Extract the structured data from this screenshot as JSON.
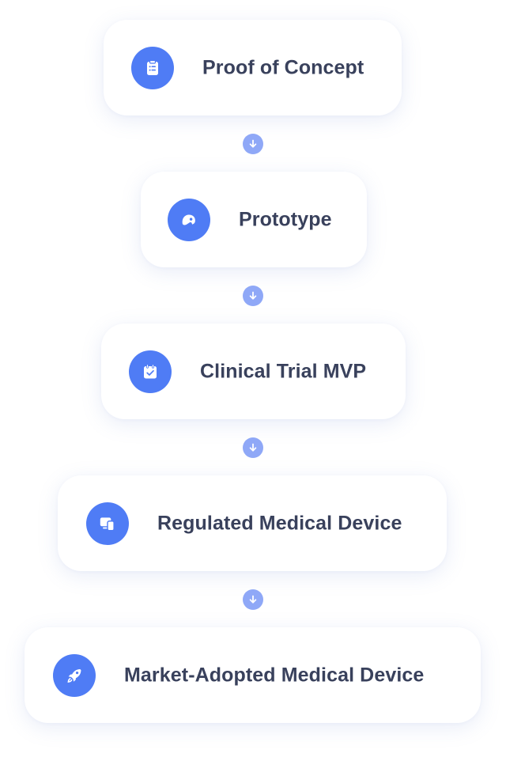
{
  "colors": {
    "accent": "#4f7cf5",
    "connector": "#8fa8f7",
    "text": "#39415c",
    "card_bg": "#ffffff"
  },
  "steps": [
    {
      "label": "Proof of Concept",
      "icon": "clipboard-list-icon"
    },
    {
      "label": "Prototype",
      "icon": "prototype-head-icon"
    },
    {
      "label": "Clinical Trial MVP",
      "icon": "calendar-check-icon"
    },
    {
      "label": "Regulated Medical Device",
      "icon": "devices-icon"
    },
    {
      "label": "Market-Adopted Medical Device",
      "icon": "rocket-icon"
    }
  ],
  "connectors": [
    {
      "icon": "arrow-down-icon"
    },
    {
      "icon": "arrow-down-icon"
    },
    {
      "icon": "arrow-down-icon"
    },
    {
      "icon": "arrow-down-icon"
    }
  ]
}
